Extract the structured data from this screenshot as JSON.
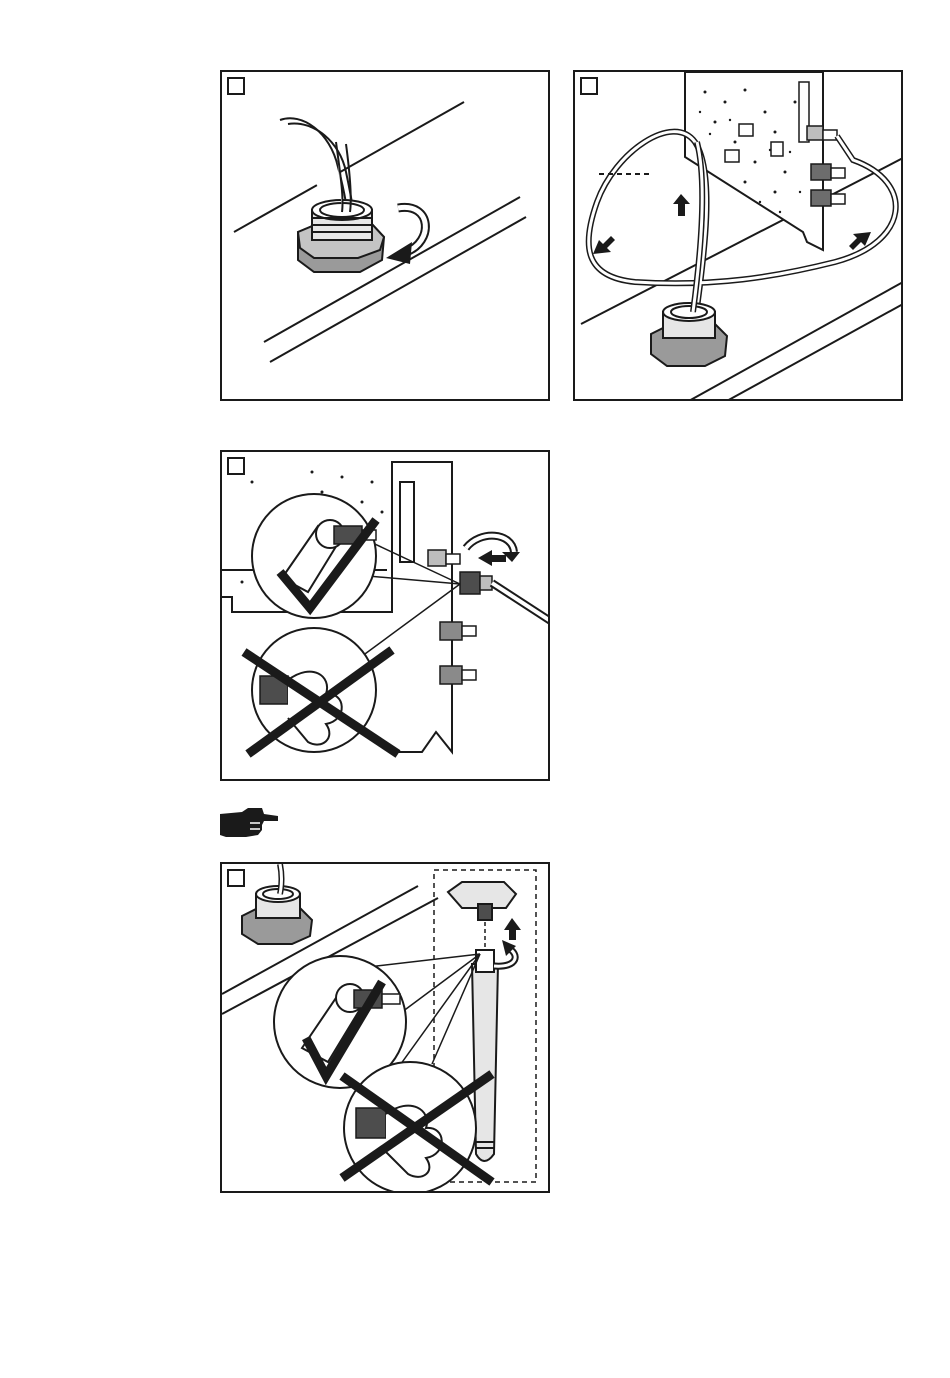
{
  "figures": [
    {
      "id": "fig-1",
      "depicts": "cable-gland-tighten",
      "step_label": ""
    },
    {
      "id": "fig-2",
      "depicts": "antenna-cable-routing",
      "step_label": ""
    },
    {
      "id": "fig-3",
      "depicts": "connector-wrench-correct-incorrect",
      "step_label": ""
    },
    {
      "id": "fig-4",
      "depicts": "antenna-mount-wrench-correct-incorrect",
      "step_label": ""
    }
  ],
  "note": {
    "icon": "pointing-hand-icon",
    "text": ""
  },
  "colors": {
    "ink": "#1a1a1a",
    "paper": "#ffffff",
    "gray": "#bdbdbd"
  }
}
